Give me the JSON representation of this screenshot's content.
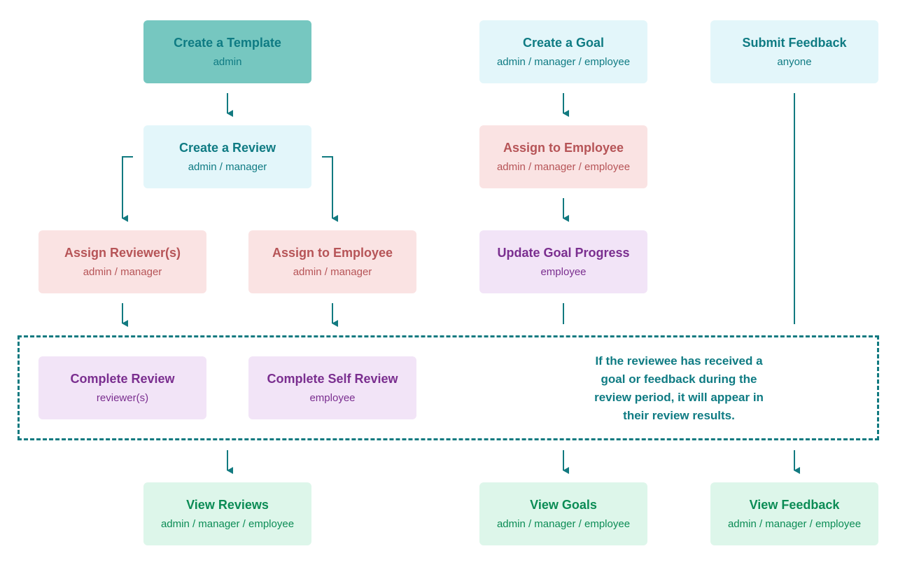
{
  "colors": {
    "connector": "#127a80",
    "template": "#76c7c0",
    "info": "#e3f6fa",
    "assign": "#fae3e3",
    "complete": "#f2e4f7",
    "view": "#ddf6ea"
  },
  "nodes": {
    "create_template": {
      "title": "Create a Template",
      "role": "admin"
    },
    "create_review": {
      "title": "Create a Review",
      "role": "admin / manager"
    },
    "assign_reviewers": {
      "title": "Assign Reviewer(s)",
      "role": "admin / manager"
    },
    "assign_employee_review": {
      "title": "Assign to Employee",
      "role": "admin / manager"
    },
    "complete_review": {
      "title": "Complete Review",
      "role": "reviewer(s)"
    },
    "complete_self_review": {
      "title": "Complete Self Review",
      "role": "employee"
    },
    "view_reviews": {
      "title": "View Reviews",
      "role": "admin / manager / employee"
    },
    "create_goal": {
      "title": "Create a Goal",
      "role": "admin / manager / employee"
    },
    "assign_employee_goal": {
      "title": "Assign to Employee",
      "role": "admin / manager / employee"
    },
    "update_goal": {
      "title": "Update Goal Progress",
      "role": "employee"
    },
    "view_goals": {
      "title": "View Goals",
      "role": "admin / manager / employee"
    },
    "submit_feedback": {
      "title": "Submit Feedback",
      "role": "anyone"
    },
    "view_feedback": {
      "title": "View Feedback",
      "role": "admin / manager / employee"
    }
  },
  "note": {
    "line1": "If the reviewee has received a",
    "line2": "goal or feedback during the",
    "line3": "review period, it will appear in",
    "line4": "their review results."
  }
}
